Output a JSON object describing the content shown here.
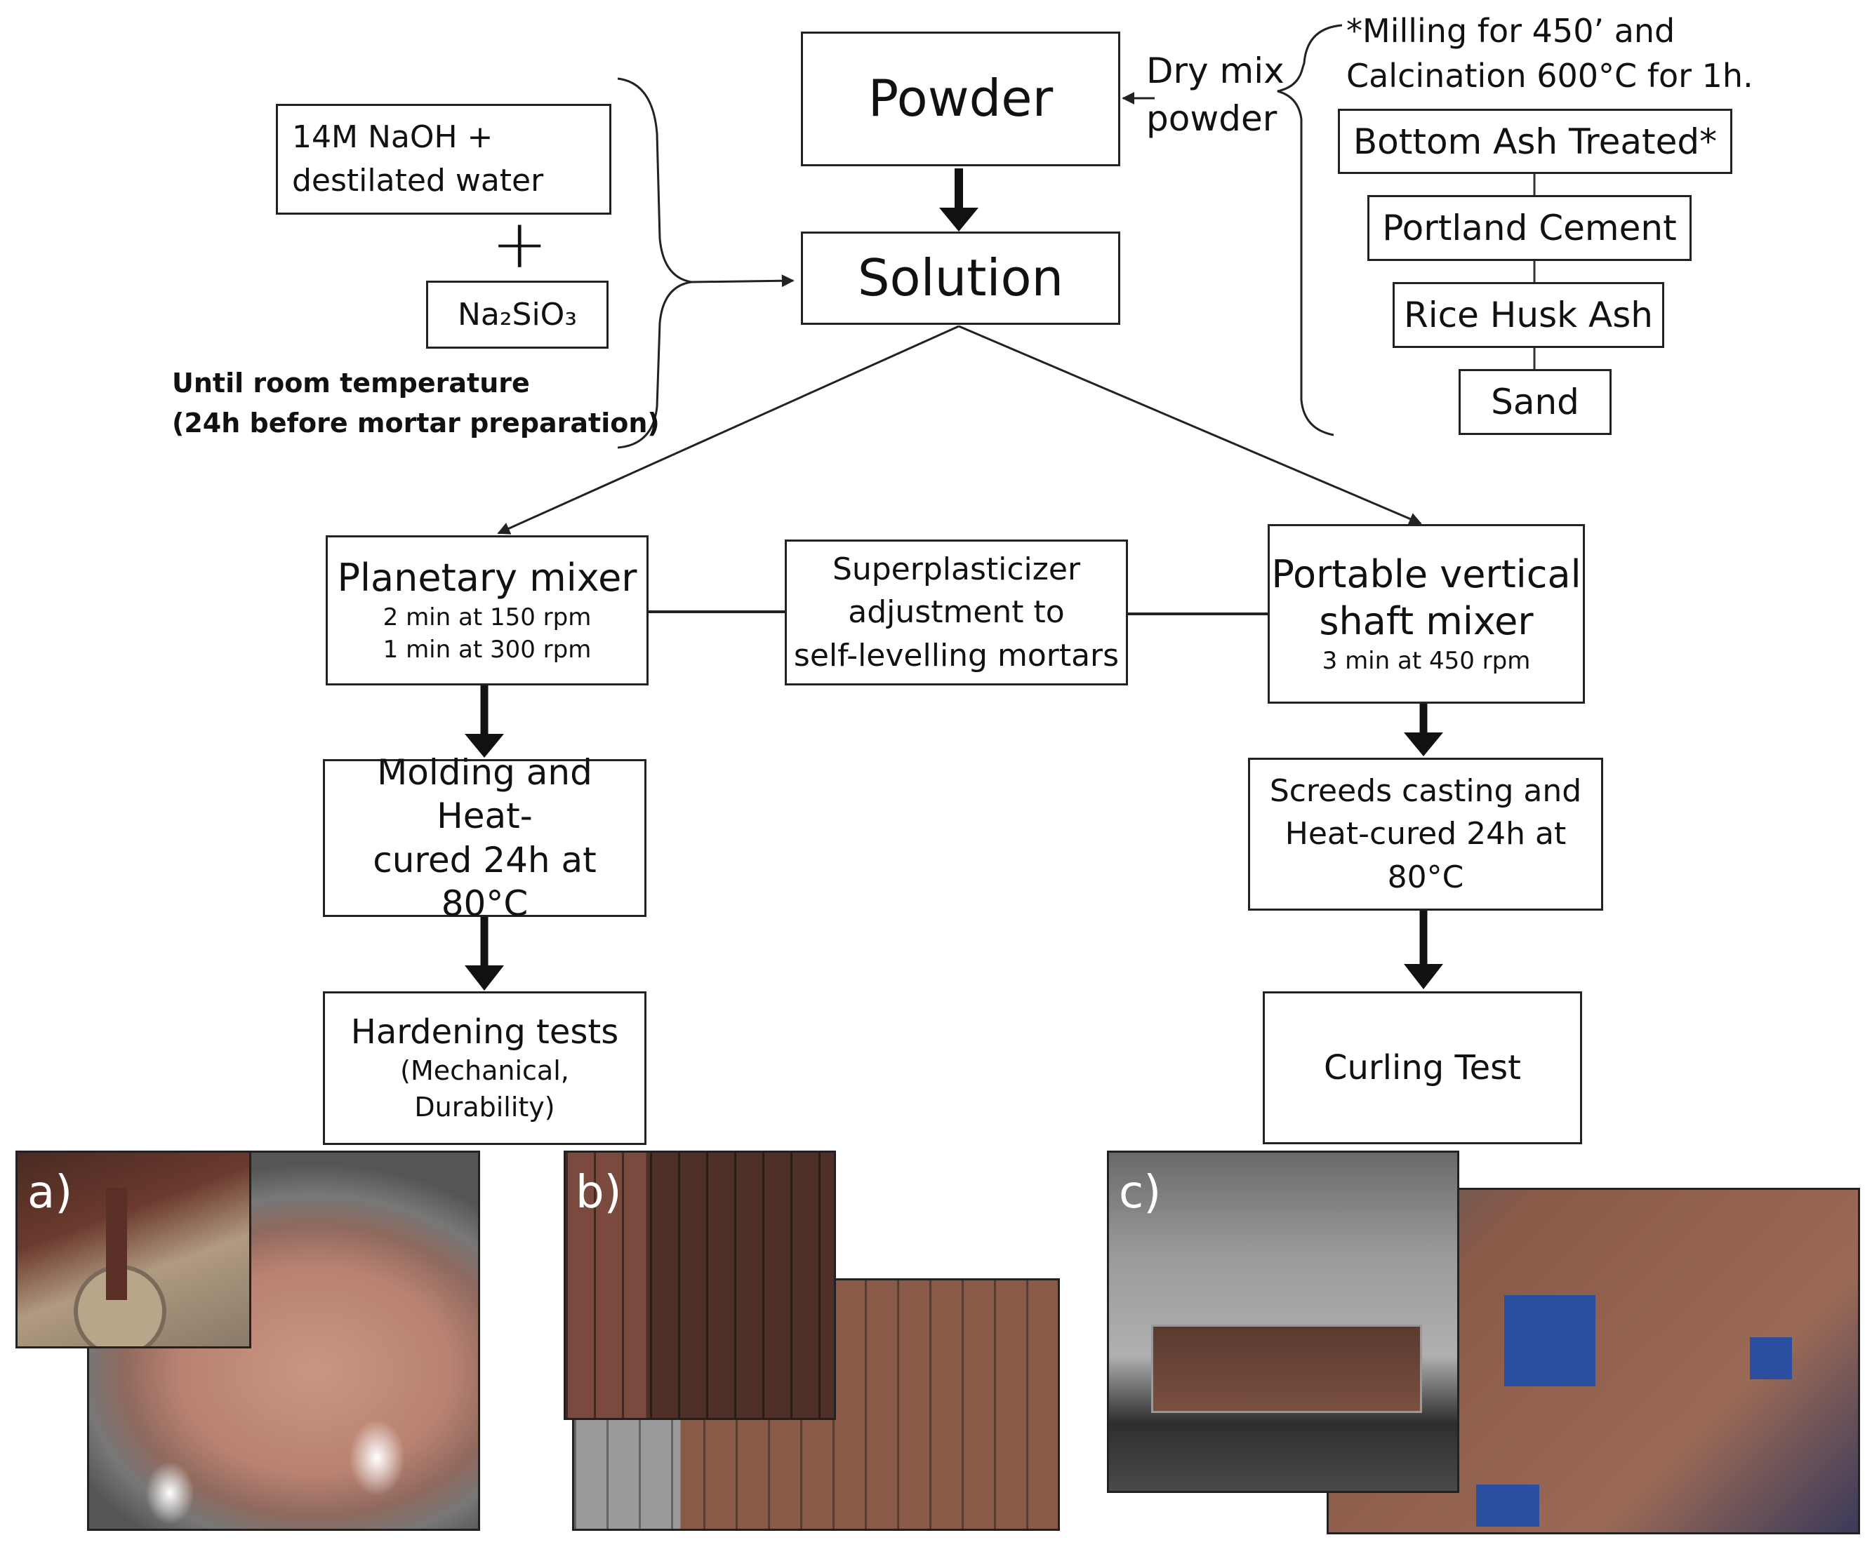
{
  "nodes": {
    "powder": "Powder",
    "solution": "Solution",
    "naoh_line1": "14M NaOH +",
    "naoh_line2": "destilated water",
    "plus": "+",
    "sodium_silicate": "Na₂SiO₃",
    "room_temp_line1": "Until room temperature",
    "room_temp_line2": "(24h before mortar preparation)",
    "dry_mix_line1": "Dry mix",
    "dry_mix_line2": "powder",
    "milling_line1": "*Milling for 450’ and",
    "milling_line2": "Calcination 600°C for 1h.",
    "bottom_ash": "Bottom Ash Treated*",
    "portland_cement": "Portland Cement",
    "rice_husk_ash": "Rice Husk Ash",
    "sand": "Sand",
    "planetary_title": "Planetary mixer",
    "planetary_step1": "2 min at 150 rpm",
    "planetary_step2": "1 min at 300 rpm",
    "superplasticizer_line1": "Superplasticizer",
    "superplasticizer_line2": "adjustment to",
    "superplasticizer_line3": "self-levelling mortars",
    "vertical_line1": "Portable vertical",
    "vertical_line2": "shaft mixer",
    "vertical_step": "3 min at 450 rpm",
    "molding_line1": "Molding and Heat-",
    "molding_line2": "cured 24h at 80°C",
    "screeds_line1": "Screeds casting and",
    "screeds_line2": "Heat-cured 24h at",
    "screeds_line3": "80°C",
    "hardening_title": "Hardening tests",
    "hardening_line2": "(Mechanical,",
    "hardening_line3": "Durability)",
    "curling": "Curling Test"
  },
  "photos": {
    "a": "a)",
    "b": "b)",
    "c": "c)"
  },
  "colors": {
    "mortar_brown": "#8a5a48",
    "mortar_light": "#c99682",
    "steel_grey": "#9a9a9a",
    "fixture_blue": "#2b4fa0"
  }
}
